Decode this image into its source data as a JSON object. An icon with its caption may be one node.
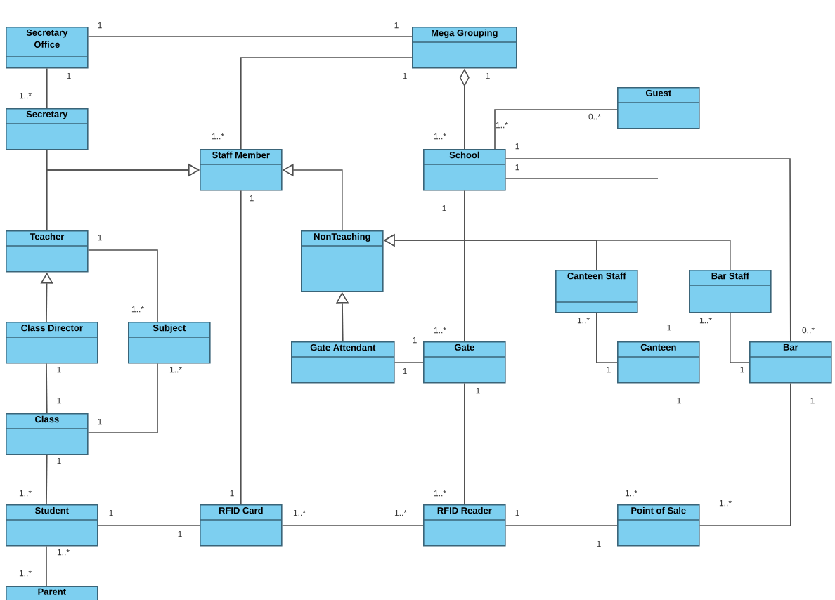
{
  "diagram": {
    "nodes": [
      {
        "text": [
          "Secretary Office"
        ]
      },
      {
        "text": [
          "Mega Grouping"
        ]
      },
      {
        "text": [
          "Secretary"
        ]
      },
      {
        "text": [
          "Staff Member"
        ]
      },
      {
        "text": [
          "School"
        ]
      },
      {
        "text": [
          "Guest"
        ]
      },
      {
        "text": [
          "Teacher"
        ]
      },
      {
        "text": [
          "NonTeaching"
        ]
      },
      {
        "text": [
          "Canteen Staff"
        ]
      },
      {
        "text": [
          "Bar Staff"
        ]
      },
      {
        "text": [
          "Class Director"
        ]
      },
      {
        "text": [
          "Subject"
        ]
      },
      {
        "text": [
          "Gate Attendant"
        ]
      },
      {
        "text": [
          "Gate"
        ]
      },
      {
        "text": [
          "Canteen"
        ]
      },
      {
        "text": [
          "Bar"
        ]
      },
      {
        "text": [
          "Class"
        ]
      },
      {
        "text": [
          "Student"
        ]
      },
      {
        "text": [
          "RFID Card"
        ]
      },
      {
        "text": [
          "RFID Reader"
        ]
      },
      {
        "text": [
          "Point of Sale"
        ]
      },
      {
        "text": [
          "Parent"
        ]
      }
    ],
    "edges": [
      {
        "from": 0,
        "to": 1,
        "arrow": "none"
      },
      {
        "from": 0,
        "to": 2,
        "arrow": "none"
      },
      {
        "from": 3,
        "to": 1,
        "arrow": "none"
      },
      {
        "from": 2,
        "to": 3,
        "arrow": "to"
      },
      {
        "from": 6,
        "to": 3,
        "arrow": "to"
      },
      {
        "from": 7,
        "to": 3,
        "arrow": "to"
      },
      {
        "from": 4,
        "to": 1,
        "arrow": "other"
      },
      {
        "from": 3,
        "to": 18,
        "arrow": "none"
      },
      {
        "from": 4,
        "to": 5,
        "arrow": "none"
      },
      {
        "from": 4,
        "to": 15,
        "arrow": "none"
      },
      {
        "from": 4,
        "to": null,
        "arrow": "none"
      },
      {
        "from": 4,
        "to": 13,
        "arrow": "none"
      },
      {
        "from": 8,
        "to": 7,
        "arrow": "to"
      },
      {
        "from": 9,
        "to": 7,
        "arrow": "to"
      },
      {
        "from": 8,
        "to": 14,
        "arrow": "none"
      },
      {
        "from": 9,
        "to": 15,
        "arrow": "none"
      },
      {
        "from": 6,
        "to": 11,
        "arrow": "none"
      },
      {
        "from": 10,
        "to": 6,
        "arrow": "to"
      },
      {
        "from": 10,
        "to": 16,
        "arrow": "none"
      },
      {
        "from": 11,
        "to": 16,
        "arrow": "none"
      },
      {
        "from": 12,
        "to": 7,
        "arrow": "to"
      },
      {
        "from": 12,
        "to": 13,
        "arrow": "none"
      },
      {
        "from": 13,
        "to": 19,
        "arrow": "none"
      },
      {
        "from": 16,
        "to": 17,
        "arrow": "none"
      },
      {
        "from": 17,
        "to": 18,
        "arrow": "none"
      },
      {
        "from": 18,
        "to": 19,
        "arrow": "none"
      },
      {
        "from": 19,
        "to": 20,
        "arrow": "none"
      },
      {
        "from": 15,
        "to": 20,
        "arrow": "none"
      },
      {
        "from": 17,
        "to": 21,
        "arrow": "none"
      }
    ],
    "labels": [
      "1",
      "1",
      "1",
      "1",
      "1",
      "1..*",
      "0..*",
      "1..*",
      "1..*",
      "1..*",
      "1",
      "1",
      "1",
      "1",
      "1",
      "1..*",
      "1..*",
      "1..*",
      "1",
      "1..*",
      "0..*",
      "1",
      "1",
      "1..*",
      "1",
      "1",
      "1",
      "1",
      "1",
      "1",
      "1",
      "1",
      "1",
      "1..*",
      "1",
      "1..*",
      "1..*",
      "1..*",
      "1",
      "1..*",
      "1..*",
      "1",
      "1",
      "1",
      "1..*",
      "1..*"
    ]
  }
}
